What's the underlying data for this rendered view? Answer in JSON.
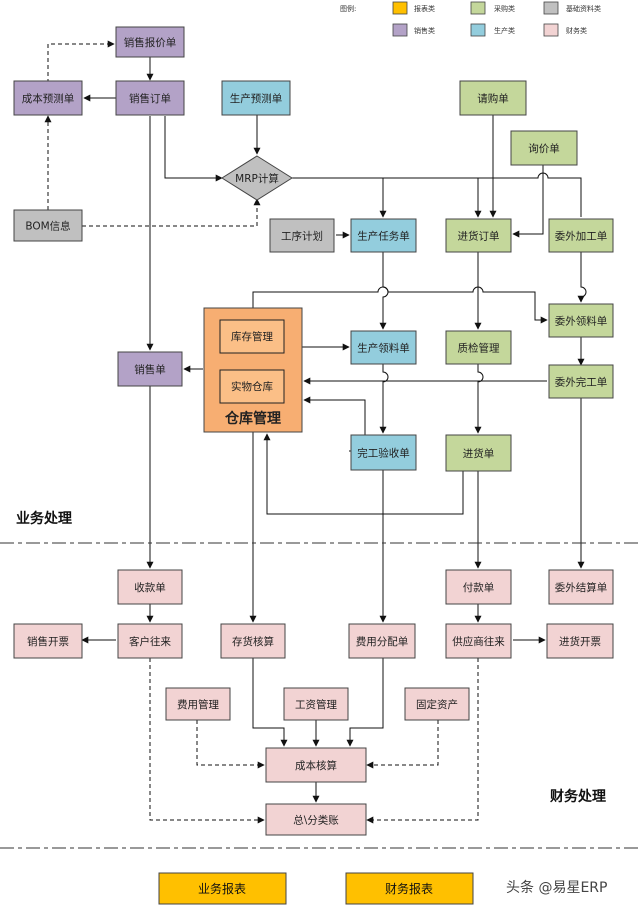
{
  "colors": {
    "report": "#ffc000",
    "purchase": "#c4d79b",
    "basic": "#c0c0c0",
    "sales": "#b3a2c7",
    "production": "#93cddd",
    "finance": "#f2d3d3",
    "warehouse": "#f7ae72",
    "warehouse_inner": "#fbbf87",
    "border": "#444444"
  },
  "legend": {
    "title": "图例:",
    "items": [
      {
        "key": "report",
        "label": "报表类"
      },
      {
        "key": "purchase",
        "label": "采购类"
      },
      {
        "key": "basic",
        "label": "基础资料类"
      },
      {
        "key": "sales",
        "label": "销售类"
      },
      {
        "key": "production",
        "label": "生产类"
      },
      {
        "key": "finance",
        "label": "财务类"
      }
    ]
  },
  "nodes": {
    "sales_quote": "销售报价单",
    "cost_forecast": "成本预测单",
    "sales_order": "销售订单",
    "production_forecast": "生产预测单",
    "mrp": "MRP计算",
    "purchase_request": "请购单",
    "inquiry": "询价单",
    "bom": "BOM信息",
    "process_plan": "工序计划",
    "production_task": "生产任务单",
    "purchase_order": "进货订单",
    "outsourcing_order": "委外加工单",
    "outsourcing_material": "委外领料单",
    "warehouse_mgmt": "仓库管理",
    "inventory_mgmt": "库存管理",
    "physical_warehouse": "实物仓库",
    "production_material": "生产领料单",
    "quality_check": "质检管理",
    "sales_slip": "销售单",
    "outsourcing_finish": "委外完工单",
    "completion_check": "完工验收单",
    "receipt_slip": "进货单",
    "collection_slip": "收款单",
    "payment_slip": "付款单",
    "outsourcing_settle": "委外结算单",
    "sales_invoice": "销售开票",
    "customer_account": "客户往来",
    "inventory_cost": "存货核算",
    "expense_alloc": "费用分配单",
    "supplier_account": "供应商往来",
    "purchase_invoice": "进货开票",
    "expense_mgmt": "费用管理",
    "salary_mgmt": "工资管理",
    "fixed_assets": "固定资产",
    "cost_accounting": "成本核算",
    "ledger": "总\\分类账"
  },
  "sections": {
    "business": "业务处理",
    "finance": "财务处理"
  },
  "reports": {
    "business": "业务报表",
    "finance": "财务报表"
  },
  "watermark": "头条 @易星ERP"
}
